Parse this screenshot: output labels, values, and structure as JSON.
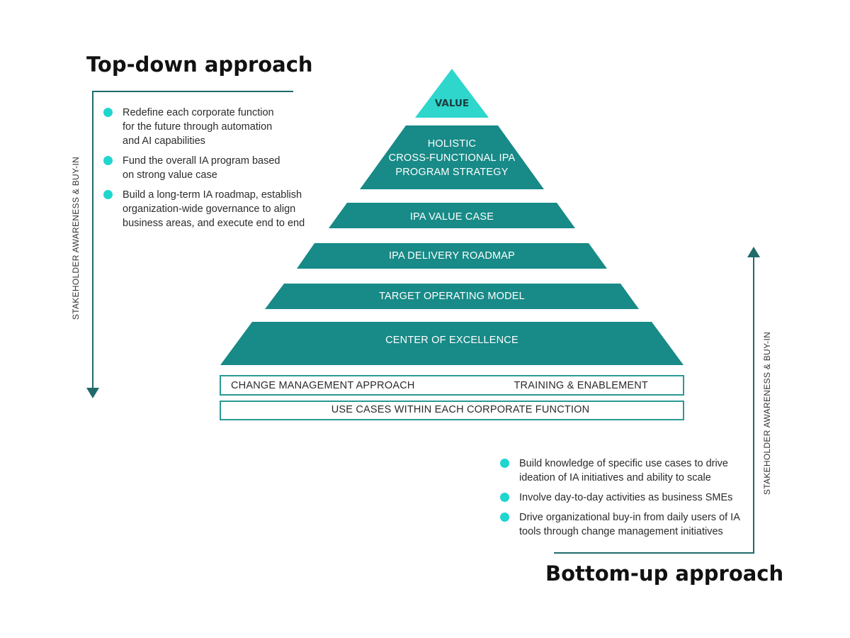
{
  "top_down": {
    "heading": "Top-down approach",
    "side_label": "STAKEHOLDER AWARENESS & BUY-IN",
    "bullets": [
      [
        "Redefine each corporate function",
        "for the future through automation",
        "and AI capabilities"
      ],
      [
        "Fund the overall IA program based",
        "on strong value case"
      ],
      [
        "Build a long-term IA roadmap, establish",
        "organization-wide governance to align",
        "business areas, and execute end to end"
      ]
    ]
  },
  "bottom_up": {
    "heading": "Bottom-up approach",
    "side_label": "STAKEHOLDER AWARENESS & BUY-IN",
    "bullets": [
      [
        "Build knowledge of specific use cases to drive",
        "ideation of IA initiatives and ability to scale"
      ],
      [
        "Involve day-to-day activities as business SMEs"
      ],
      [
        "Drive organizational buy-in from daily users of IA",
        "tools through change management initiatives"
      ]
    ]
  },
  "pyramid": {
    "apex": "VALUE",
    "tiers": [
      [
        "HOLISTIC",
        "CROSS-FUNCTIONAL IPA",
        "PROGRAM STRATEGY"
      ],
      [
        "IPA VALUE CASE"
      ],
      [
        "IPA DELIVERY ROADMAP"
      ],
      [
        "TARGET OPERATING MODEL"
      ],
      [
        "CENTER OF EXCELLENCE"
      ]
    ]
  },
  "foundation": {
    "row1_left": "CHANGE MANAGEMENT APPROACH",
    "row1_right": "TRAINING & ENABLEMENT",
    "row2": "USE CASES WITHIN EACH CORPORATE FUNCTION"
  },
  "colors": {
    "teal_dark": "#188a87",
    "teal_light": "#2ed6cc",
    "bullet": "#1fd6cf",
    "line": "#1f6b6a",
    "box_border": "#2a9a95"
  }
}
